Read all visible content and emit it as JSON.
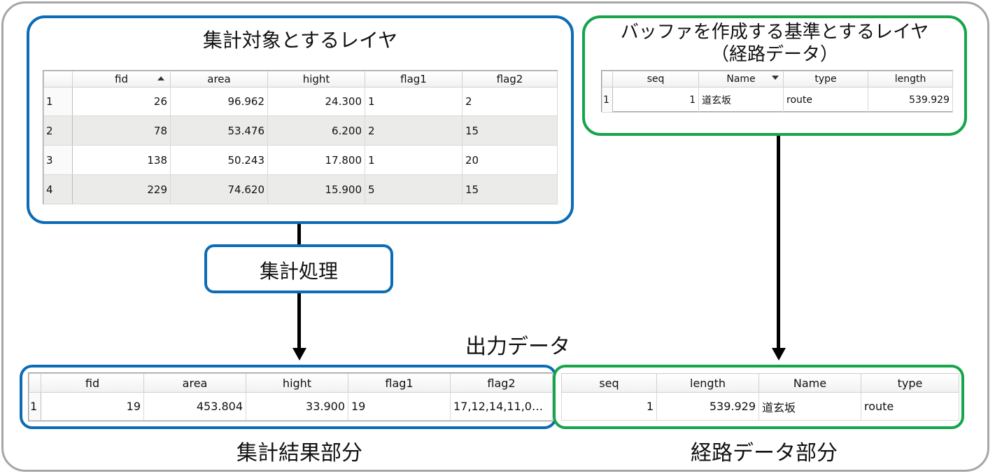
{
  "source_layer": {
    "title": "集計対象とするレイヤ",
    "columns": [
      "fid",
      "area",
      "hight",
      "flag1",
      "flag2"
    ],
    "rows": [
      {
        "n": "1",
        "fid": "26",
        "area": "96.962",
        "hight": "24.300",
        "flag1": "1",
        "flag2": "2"
      },
      {
        "n": "2",
        "fid": "78",
        "area": "53.476",
        "hight": "6.200",
        "flag1": "2",
        "flag2": "15"
      },
      {
        "n": "3",
        "fid": "138",
        "area": "50.243",
        "hight": "17.800",
        "flag1": "1",
        "flag2": "20"
      },
      {
        "n": "4",
        "fid": "229",
        "area": "74.620",
        "hight": "15.900",
        "flag1": "5",
        "flag2": "15"
      }
    ]
  },
  "buffer_layer": {
    "title_line1": "バッファを作成する基準とするレイヤ",
    "title_line2": "（経路データ）",
    "columns": [
      "seq",
      "Name",
      "type",
      "length"
    ],
    "rows": [
      {
        "n": "1",
        "seq": "1",
        "Name": "道玄坂",
        "type": "route",
        "length": "539.929"
      }
    ]
  },
  "process": {
    "label": "集計処理"
  },
  "output": {
    "label": "出力データ",
    "aggregate_part": {
      "caption": "集計結果部分",
      "columns": [
        "fid",
        "area",
        "hight",
        "flag1",
        "flag2"
      ],
      "row": {
        "n": "1",
        "fid": "19",
        "area": "453.804",
        "hight": "33.900",
        "flag1": "19",
        "flag2": "17,12,14,11,0…"
      }
    },
    "route_part": {
      "caption": "経路データ部分",
      "columns": [
        "seq",
        "length",
        "Name",
        "type"
      ],
      "row": {
        "seq": "1",
        "length": "539.929",
        "Name": "道玄坂",
        "type": "route"
      }
    }
  },
  "colors": {
    "blue": "#0b6cb5",
    "green": "#16a54a",
    "frame": "#a6a6a6",
    "alt_row": "#ebebe9"
  }
}
